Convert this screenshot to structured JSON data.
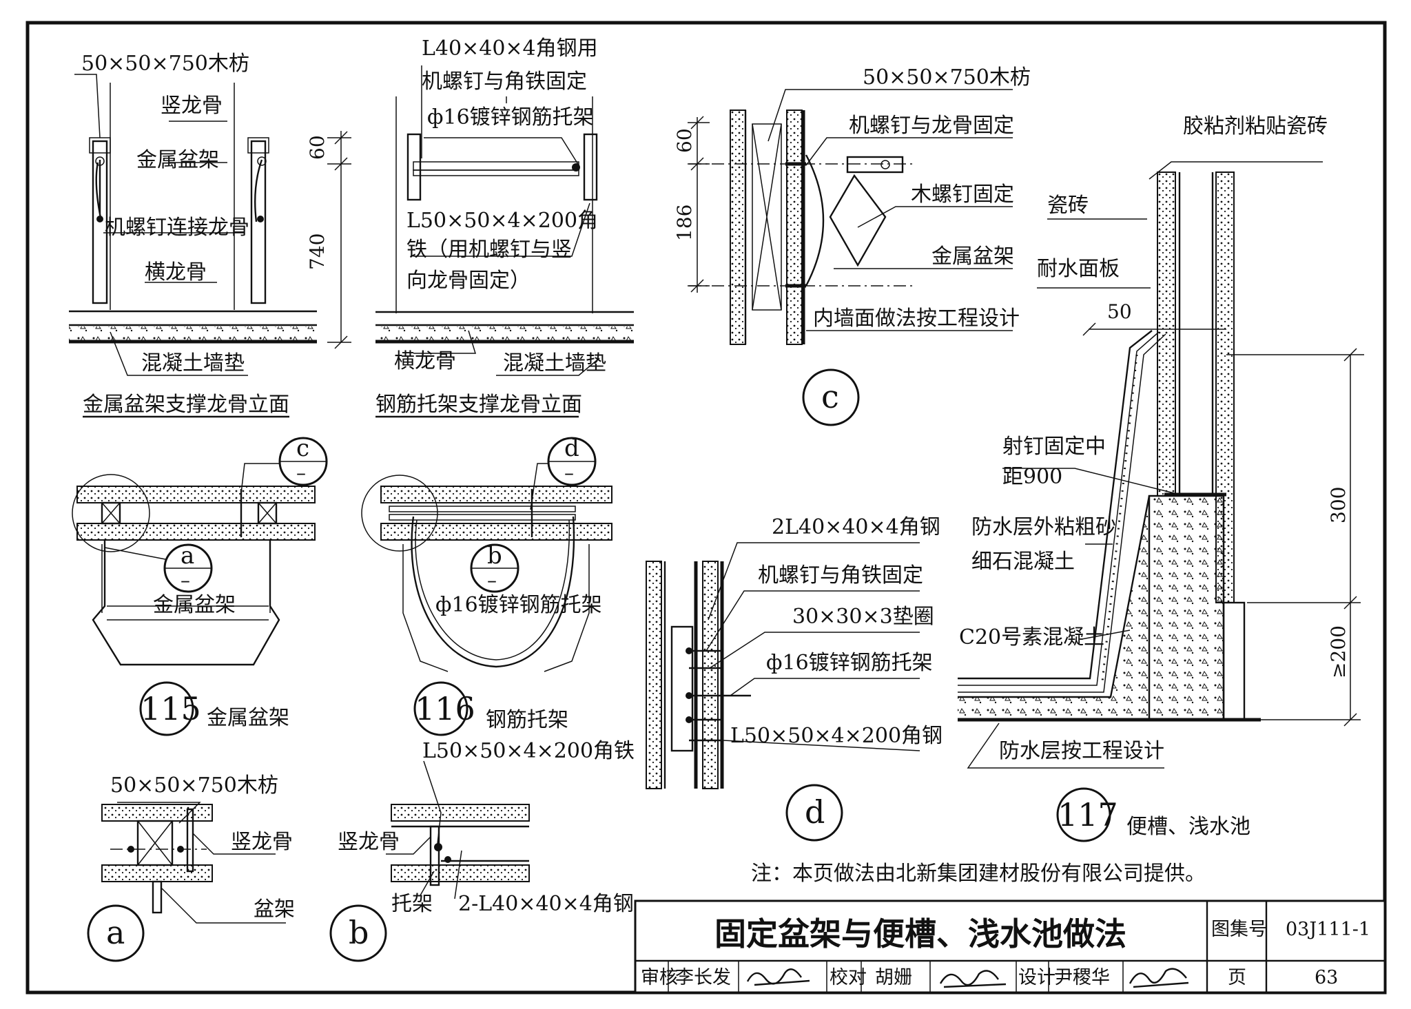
{
  "fig115": {
    "num": "115",
    "caption": "金属盆架",
    "elev_title": "金属盆架支撑龙骨立面",
    "labels": {
      "wood": "50×50×750木枋",
      "stud": "竖龙骨",
      "rack": "金属盆架",
      "screw": "机螺钉连接龙骨",
      "track": "横龙骨",
      "curb": "混凝土墙垫",
      "plan_rack": "金属盆架"
    },
    "dims": {
      "top": "60",
      "main": "740"
    },
    "tags": {
      "a": "a",
      "c": "c",
      "dash": "–"
    }
  },
  "fig116": {
    "num": "116",
    "caption": "钢筋托架",
    "elev_title": "钢筋托架支撑龙骨立面",
    "labels": {
      "angle_top_1": "L40×40×4角钢用",
      "angle_top_2": "机螺钉与角铁固定",
      "rebar": "ф16镀锌钢筋托架",
      "angle_low_1": "L50×50×4×200角",
      "angle_low_2": "铁（用机螺钉与竖",
      "angle_low_3": "向龙骨固定）",
      "track": "横龙骨",
      "curb": "混凝土墙垫",
      "plan_rebar": "ф16镀锌钢筋托架"
    },
    "tags": {
      "b": "b",
      "d": "d",
      "dash": "–"
    }
  },
  "detail_a": {
    "tag": "a",
    "labels": {
      "wood": "50×50×750木枋",
      "stud": "竖龙骨",
      "rack": "盆架"
    }
  },
  "detail_b": {
    "tag": "b",
    "labels": {
      "angle": "L50×50×4×200角铁",
      "stud": "竖龙骨",
      "bracket": "托架",
      "angles2": "2-L40×40×4角钢"
    }
  },
  "detail_c": {
    "tag": "c",
    "labels": {
      "wood": "50×50×750木枋",
      "screw_stud": "机螺钉与龙骨固定",
      "wood_screw": "木螺钉固定",
      "rack": "金属盆架",
      "inner_wall": "内墙面做法按工程设计"
    },
    "dims": {
      "top": "60",
      "main": "186"
    }
  },
  "detail_d": {
    "tag": "d",
    "labels": {
      "angles": "2L40×40×4角钢",
      "screw": "机螺钉与角铁固定",
      "washer": "30×30×3垫圈",
      "rebar": "ф16镀锌钢筋托架",
      "angle200": "L50×50×4×200角钢"
    }
  },
  "fig117": {
    "num": "117",
    "caption": "便槽、浅水池",
    "labels": {
      "adhesive": "胶粘剂粘贴瓷砖",
      "tile": "瓷砖",
      "board": "耐水面板",
      "shot_1": "射钉固定中",
      "shot_2": "距900",
      "wp_1": "防水层外粘粗砂",
      "wp_2": "细石混凝土",
      "c20": "C20号素混凝土",
      "wp_design": "防水层按工程设计"
    },
    "dims": {
      "d50": "50",
      "d300": "300",
      "d200": "≥200"
    }
  },
  "note": "注：本页做法由北新集团建材股份有限公司提供。",
  "title_block": {
    "title": "固定盆架与便槽、浅水池做法",
    "atlas_label": "图集号",
    "atlas_no": "03J111-1",
    "review_label": "审核",
    "reviewer": "李长发",
    "check_label": "校对",
    "checker": "胡姗",
    "design_label": "设计",
    "designer": "尹稷华",
    "page_label": "页",
    "page_no": "63"
  }
}
